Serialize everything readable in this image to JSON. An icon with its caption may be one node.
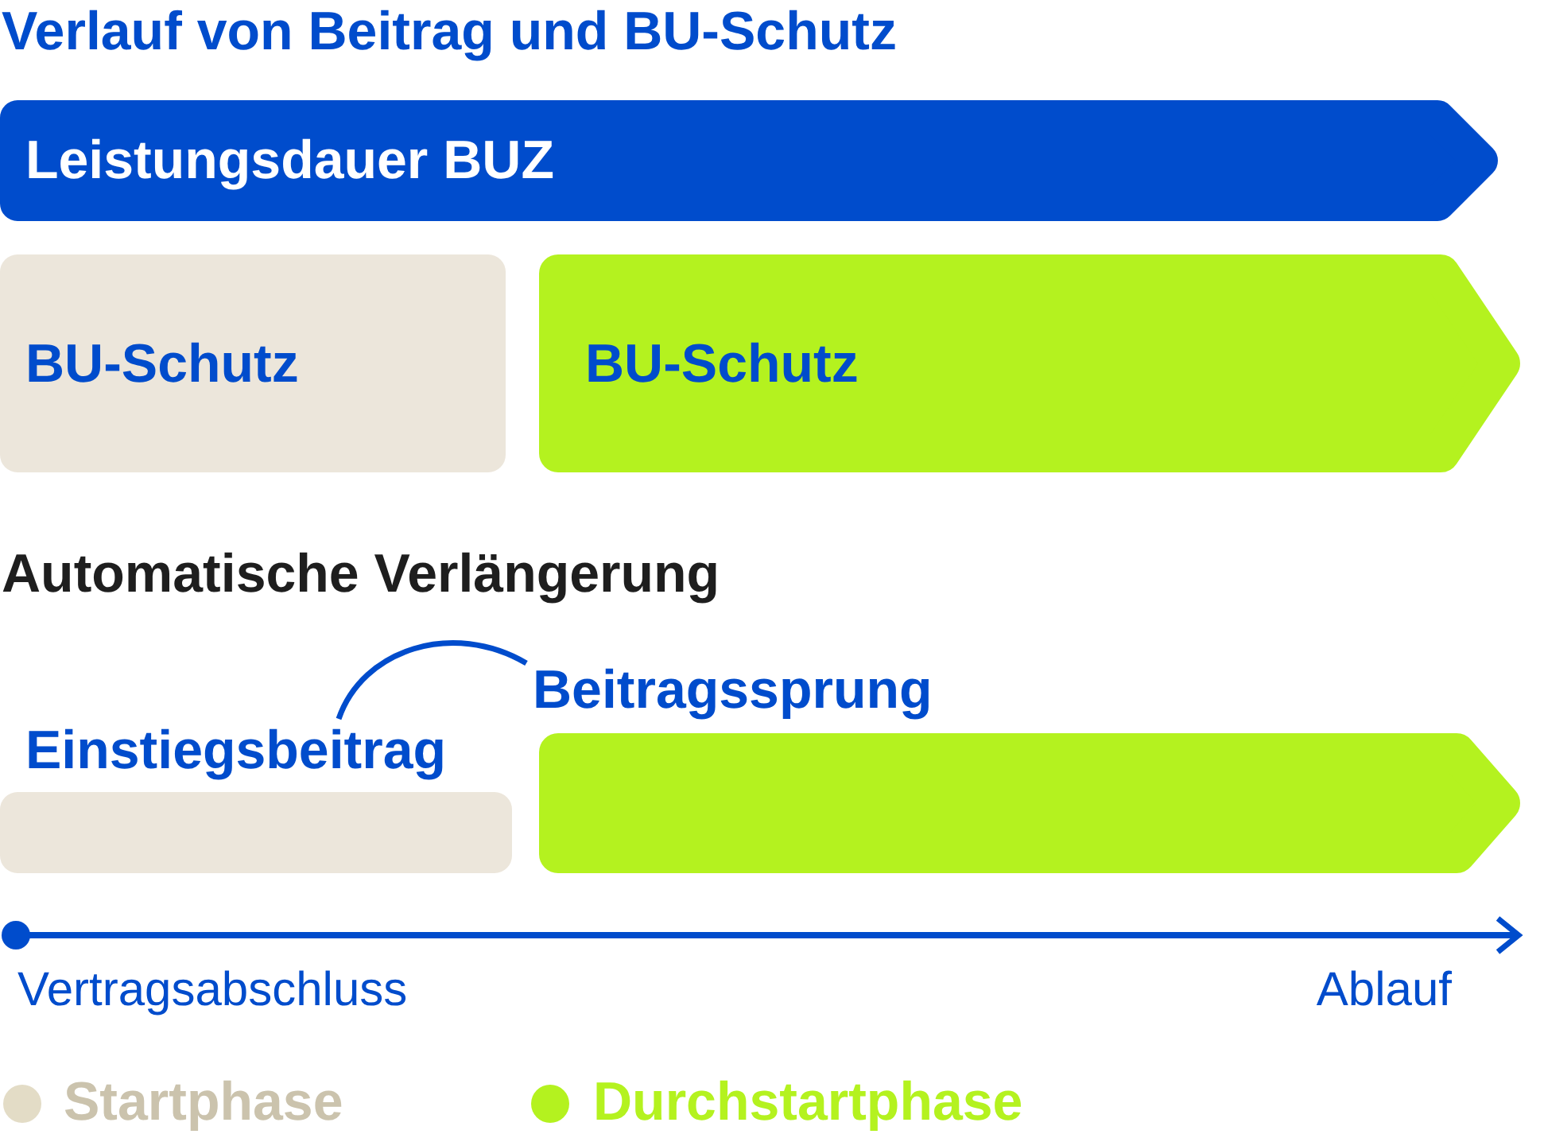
{
  "diagram": {
    "title": "Verlauf von Beitrag und BU-Schutz",
    "nodes": [
      {
        "text": [
          "Leistungsdauer BUZ"
        ]
      },
      {
        "text": [
          "BU-Schutz"
        ]
      },
      {
        "text": [
          "BU-Schutz"
        ]
      },
      {
        "text": [
          "Einstiegsbeitrag"
        ]
      },
      {
        "text": [
          "Beitragssprung"
        ]
      }
    ],
    "edges": [
      {
        "from": 3,
        "to": 4,
        "arrow": "none"
      }
    ],
    "labels": [
      "Automatische Verlängerung",
      "Vertragsabschluss",
      "Ablauf"
    ],
    "legend": [
      {
        "text": "Startphase",
        "color": "#e3dcc6"
      },
      {
        "text": "Durchstartphase",
        "color": "#b4f21f"
      }
    ]
  }
}
